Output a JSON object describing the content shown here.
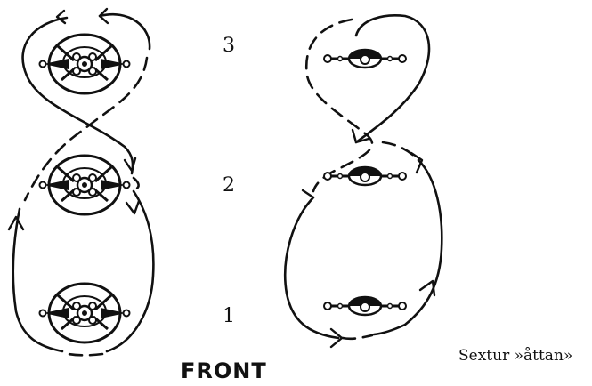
{
  "positions": [
    {
      "id": "3",
      "label": "3"
    },
    {
      "id": "2",
      "label": "2"
    },
    {
      "id": "1",
      "label": "1"
    }
  ],
  "front_label": "FRONT",
  "caption": "Sextur »åttan»",
  "ink_color": "#111111",
  "background_color": "#ffffff"
}
